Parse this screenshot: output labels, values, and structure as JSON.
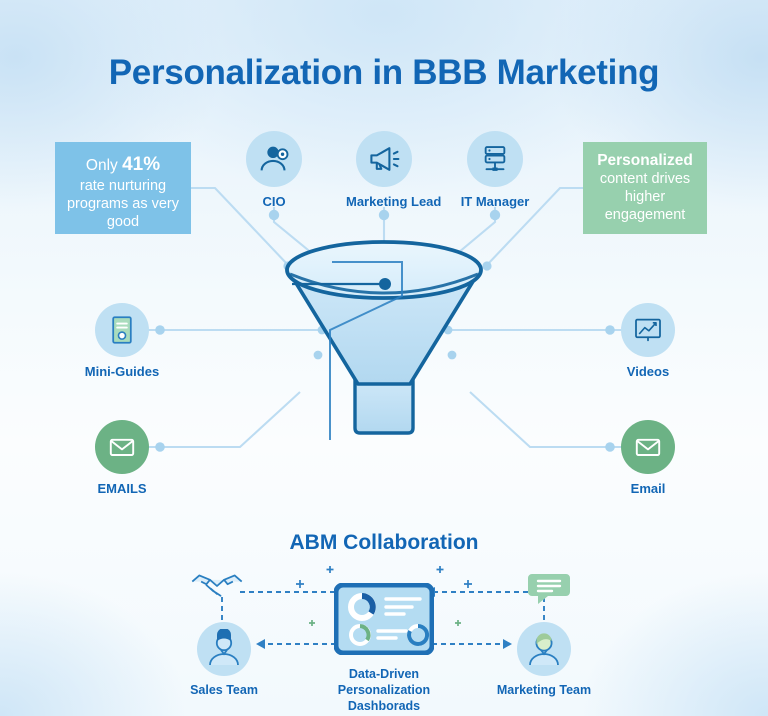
{
  "title": "Personalization in BBB Marketing",
  "subtitle": "ABM Collaboration",
  "colors": {
    "brand_blue": "#1266b5",
    "dark_blue": "#145c9e",
    "light_blue_circle": "#bfe0f3",
    "callout_blue": "#7ec2e8",
    "callout_green": "#97d0ae",
    "icon_green": "#6cb285",
    "connector": "#bcdcf2",
    "funnel_fill": "#bfdff3"
  },
  "callouts": {
    "left": {
      "lead_prefix": "Only ",
      "lead_value": "41%",
      "body": "rate nurturing programs as very good"
    },
    "right": {
      "lead_value": "Personalized",
      "body": "content drives higher engagement"
    }
  },
  "personas": [
    {
      "label": "CIO",
      "icon": "person-gear-icon"
    },
    {
      "label": "Marketing Lead",
      "icon": "megaphone-icon"
    },
    {
      "label": "IT Manager",
      "icon": "server-icon"
    }
  ],
  "channels": {
    "left": [
      {
        "label": "Mini-Guides",
        "icon": "document-icon",
        "style": "lightblue"
      },
      {
        "label": "EMAILS",
        "icon": "envelope-icon",
        "style": "green"
      }
    ],
    "right": [
      {
        "label": "Videos",
        "icon": "chart-presentation-icon",
        "style": "lightblue"
      },
      {
        "label": "Email",
        "icon": "envelope-icon",
        "style": "green"
      }
    ]
  },
  "funnel": {
    "name": "marketing-funnel"
  },
  "collaboration": {
    "handshake": {
      "icon": "handshake-icon"
    },
    "chat": {
      "icon": "chat-bubble-icon"
    },
    "dashboard": {
      "icon": "dashboard-icon",
      "label_line1": "Data-Driven",
      "label_line2": "Personalization",
      "label_line3": "Dashborads"
    },
    "teams": [
      {
        "label": "Sales Team",
        "icon": "person-icon"
      },
      {
        "label": "Marketing Team",
        "icon": "person-icon"
      }
    ]
  }
}
